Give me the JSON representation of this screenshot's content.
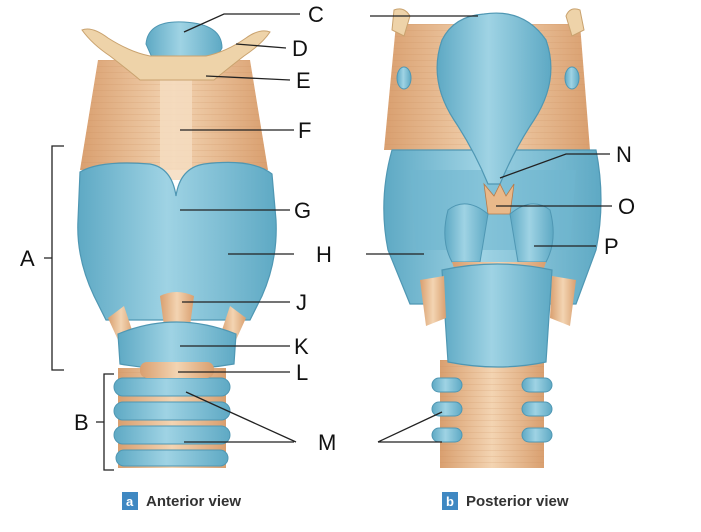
{
  "labels": {
    "A": "A",
    "B": "B",
    "C": "C",
    "D": "D",
    "E": "E",
    "F": "F",
    "G": "G",
    "H": "H",
    "J": "J",
    "K": "K",
    "L": "L",
    "M": "M",
    "N": "N",
    "O": "O",
    "P": "P"
  },
  "captions": {
    "anterior": {
      "badge": "a",
      "text": "Anterior view"
    },
    "posterior": {
      "badge": "b",
      "text": "Posterior view"
    }
  },
  "colors": {
    "cartilage": "#8cc8dc",
    "cartilage_dark": "#5ea9c4",
    "ligament": "#edc7a0",
    "ligament_dark": "#d59c6d",
    "badge": "#3f88c2"
  }
}
